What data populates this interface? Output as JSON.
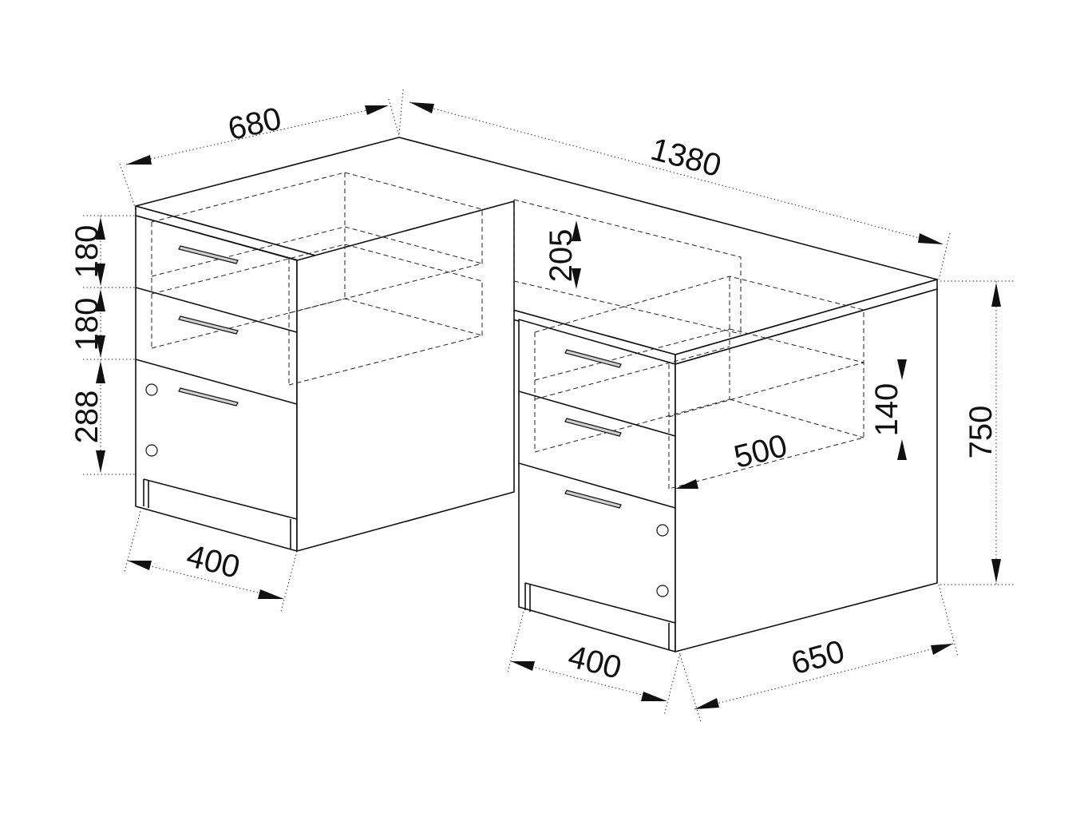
{
  "dimensions": {
    "depth_680": "680",
    "length_1380": "1380",
    "drawer_180_top": "180",
    "drawer_180_mid": "180",
    "door_288": "288",
    "gap_205": "205",
    "drawer_140": "140",
    "drawer_depth_500": "500",
    "height_750": "750",
    "pedestal_width_left": "400",
    "pedestal_width_right": "400",
    "depth_650": "650"
  }
}
